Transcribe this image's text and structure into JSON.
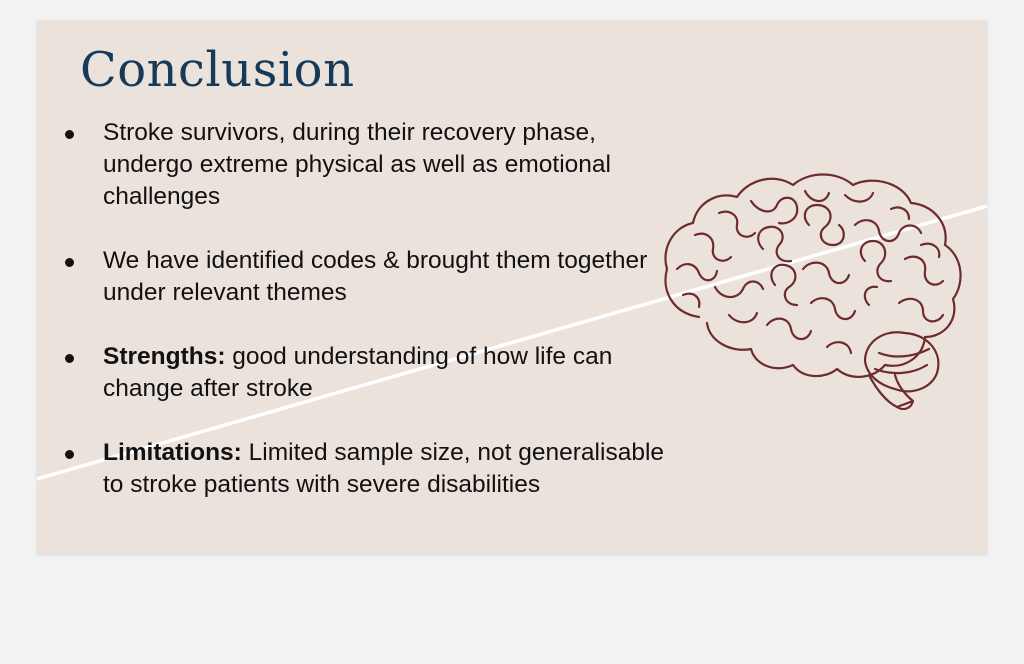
{
  "slide": {
    "title": "Conclusion",
    "bullets": [
      {
        "bold": "",
        "text": "Stroke survivors, during their recovery phase, undergo extreme physical as well as emotional challenges"
      },
      {
        "bold": "",
        "text": "We have identified codes & brought them together under relevant themes"
      },
      {
        "bold": "Strengths:",
        "text": " good understanding of how life can change after stroke"
      },
      {
        "bold": "Limitations:",
        "text": " Limited sample size, not generalisable to stroke patients with severe disabilities"
      }
    ],
    "illustration": "brain-icon"
  },
  "colors": {
    "background": "#f3f3f3",
    "slide": "#ece2dc",
    "title": "#163a58",
    "text": "#111111",
    "brain_stroke": "#6e2b2d",
    "accent_line": "#ffffff"
  }
}
